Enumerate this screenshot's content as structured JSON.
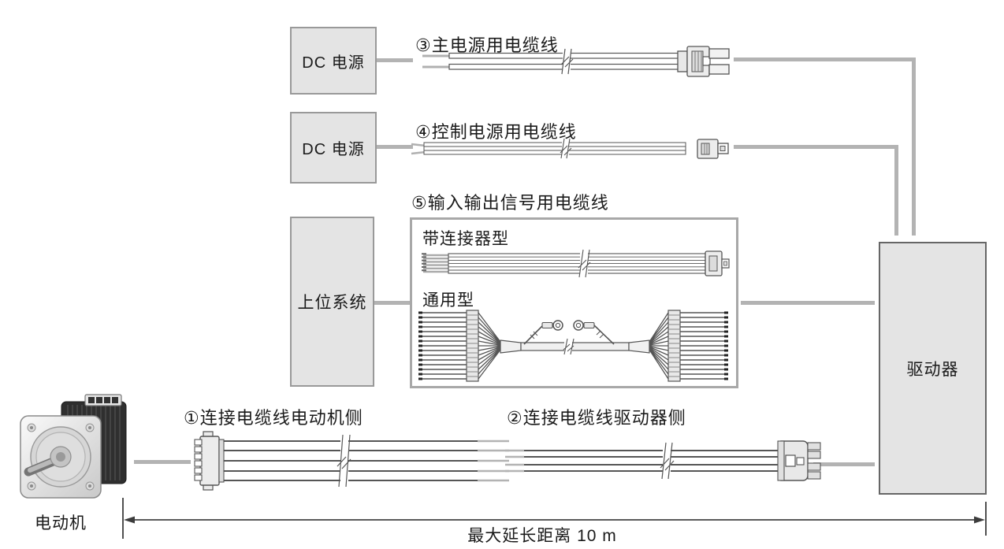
{
  "boxes": {
    "dc_power_1": {
      "label": "DC 电源"
    },
    "dc_power_2": {
      "label": "DC 电源"
    },
    "host_system": {
      "label": "上位系统"
    },
    "driver": {
      "label": "驱动器"
    },
    "motor": {
      "label": "电动机"
    }
  },
  "cables": {
    "cable_1": {
      "label": "①连接电缆线电动机侧"
    },
    "cable_2": {
      "label": "②连接电缆线驱动器侧"
    },
    "cable_3": {
      "label": "③主电源用电缆线"
    },
    "cable_4": {
      "label": "④控制电源用电缆线"
    },
    "cable_5": {
      "label": "⑤输入输出信号用电缆线",
      "types": {
        "connector": {
          "label": "带连接器型"
        },
        "general": {
          "label": "通用型"
        }
      }
    }
  },
  "dimension": {
    "label": "最大延长距离 10 m"
  },
  "colors": {
    "box_fill": "#e4e4e4",
    "box_border": "#999999",
    "driver_border": "#666666",
    "io_box_border": "#a8a8a8",
    "connector_line": "#b3b3b3",
    "cable_stroke": "#555555",
    "dimension_line": "#3c3c3c",
    "text": "#1a1a1a"
  }
}
